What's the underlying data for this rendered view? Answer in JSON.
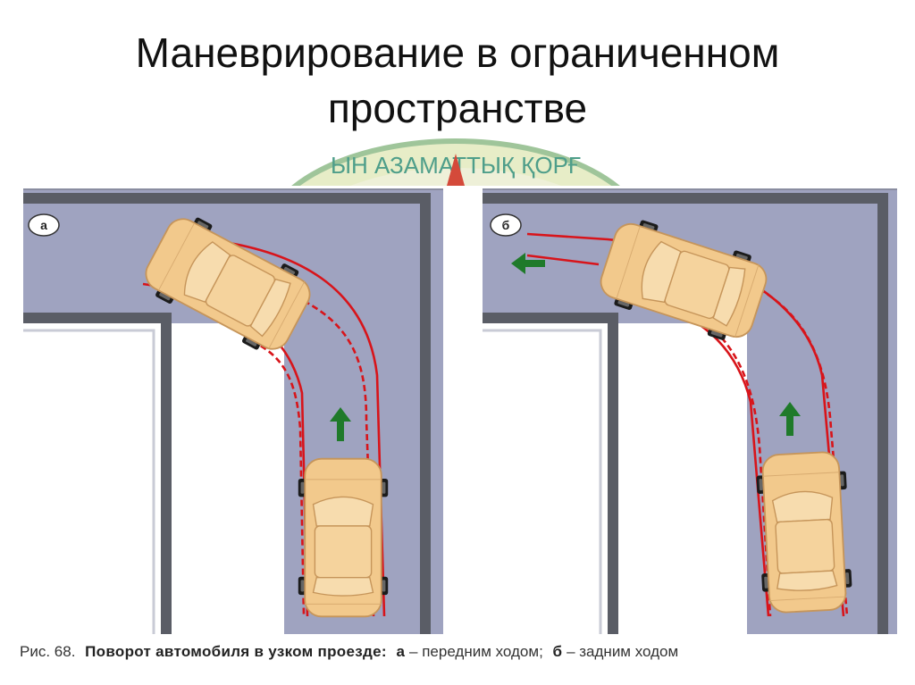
{
  "title_line1": "Маневрирование в ограниченном",
  "title_line2": "пространстве",
  "emblem_text": "ЫН АЗАМАТТЫҚ ҚОРҒ",
  "panel_a_label": "а",
  "panel_b_label": "б",
  "caption": {
    "prefix": "Рис. 68.",
    "bold": "Поворот автомобиля в узком проезде:",
    "a_letter": "а",
    "a_text": "– передним ходом;",
    "b_letter": "б",
    "b_text": "– задним ходом"
  },
  "colors": {
    "road": "#9fa3c0",
    "wall": "#5a5d66",
    "car": "#f2c98c",
    "path": "#d8141a",
    "arrow": "#1f7a2a"
  }
}
